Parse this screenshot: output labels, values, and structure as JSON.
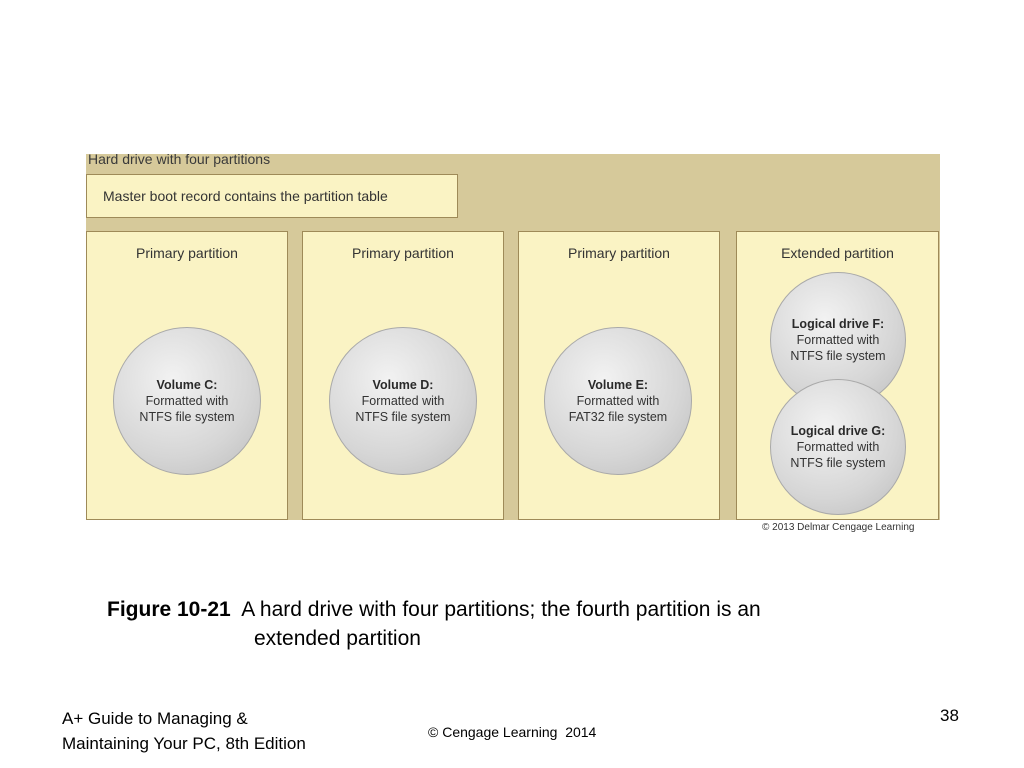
{
  "figure": {
    "title": "Hard drive with four partitions",
    "mbr_text": "Master boot record contains the partition table",
    "partitions": [
      {
        "type": "Primary partition",
        "volumes": [
          {
            "name": "Volume C:",
            "line1": "Formatted with",
            "line2": "NTFS file system"
          }
        ]
      },
      {
        "type": "Primary partition",
        "volumes": [
          {
            "name": "Volume D:",
            "line1": "Formatted with",
            "line2": "NTFS file system"
          }
        ]
      },
      {
        "type": "Primary partition",
        "volumes": [
          {
            "name": "Volume E:",
            "line1": "Formatted with",
            "line2": "FAT32 file system"
          }
        ]
      },
      {
        "type": "Extended partition",
        "volumes": [
          {
            "name": "Logical drive F:",
            "line1": "Formatted with",
            "line2": "NTFS file system"
          },
          {
            "name": "Logical drive G:",
            "line1": "Formatted with",
            "line2": "NTFS file system"
          }
        ]
      }
    ],
    "credit": "© 2013 Delmar Cengage Learning"
  },
  "caption": {
    "figure_number": "Figure 10-21",
    "text_line1": "A hard drive with four partitions; the fourth partition is an",
    "text_line2": "extended partition"
  },
  "footer": {
    "book_line1": "A+ Guide to Managing &",
    "book_line2": "Maintaining Your PC, 8th Edition",
    "copyright": "© Cengage Learning  2014",
    "page_number": "38"
  },
  "colors": {
    "figure_background": "#d6c99a",
    "partition_fill": "#faf3c4",
    "partition_border": "#9e8a58",
    "volume_fill": "#d6d6d6"
  }
}
